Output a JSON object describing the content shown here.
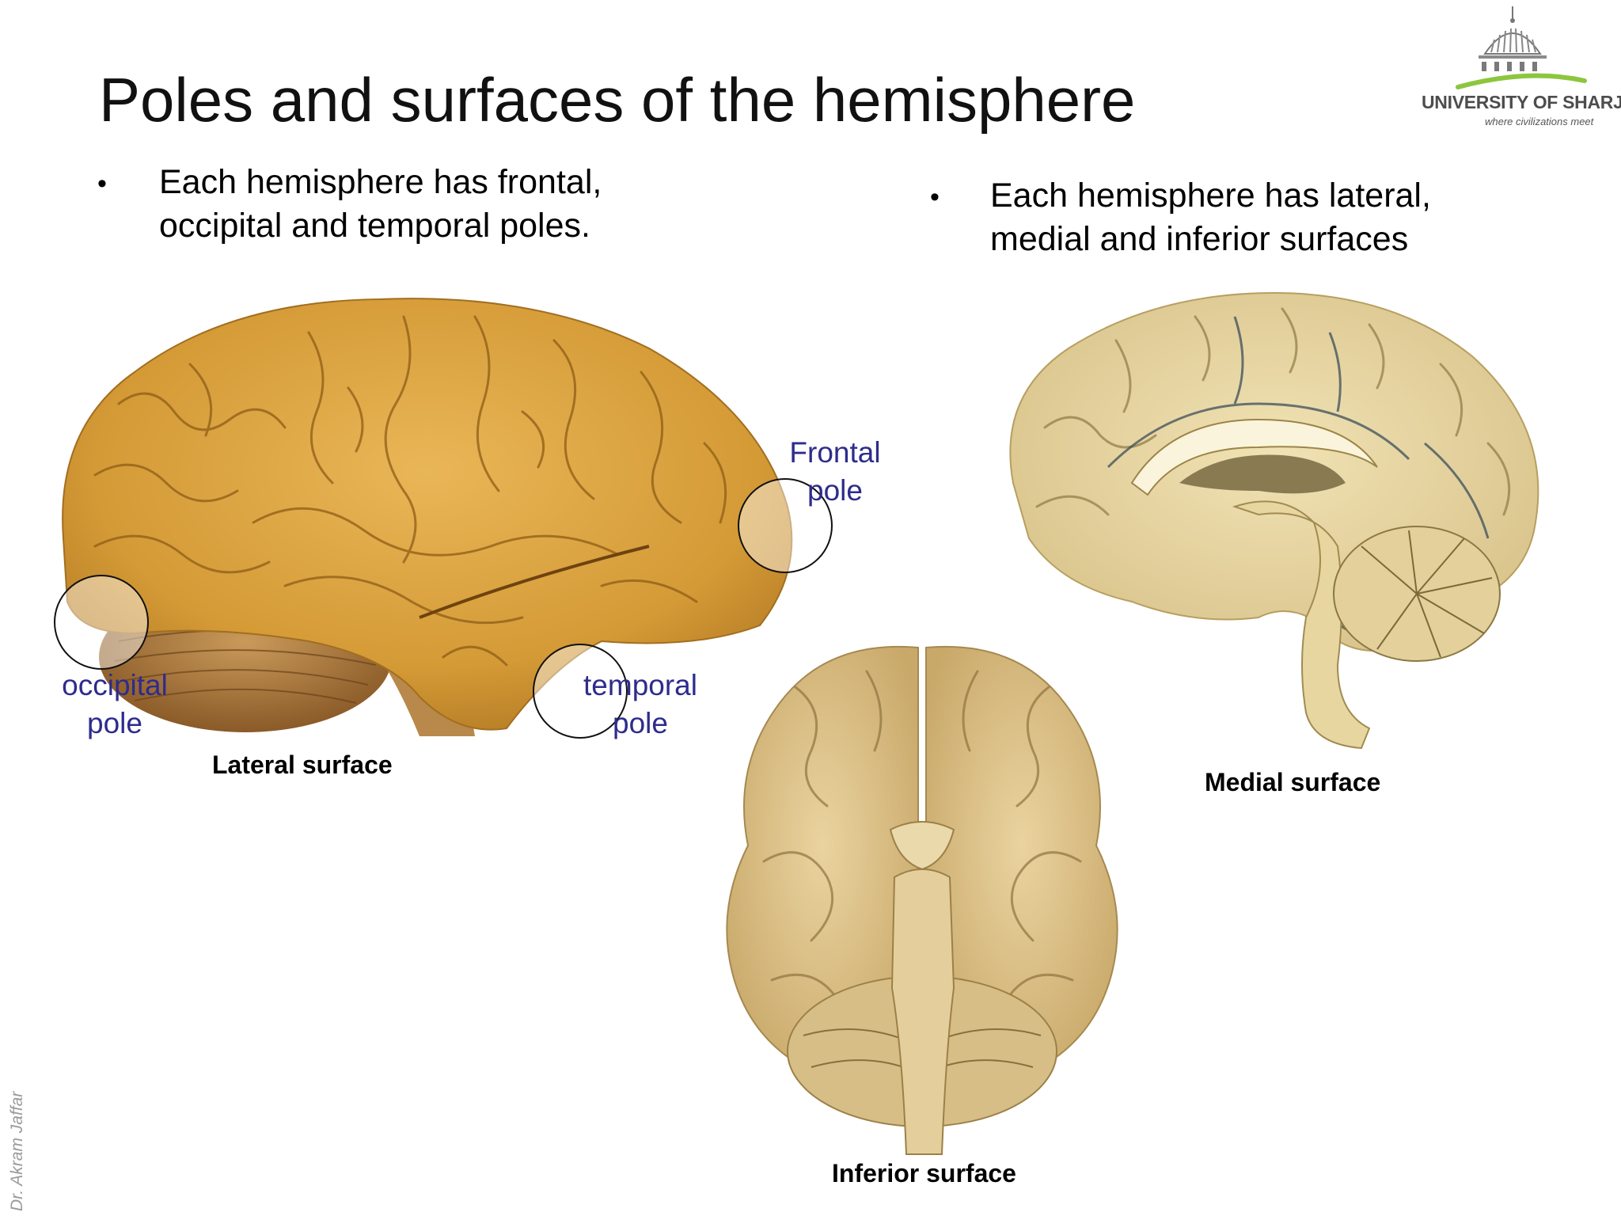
{
  "slide": {
    "title": "Poles and surfaces of the hemisphere",
    "bullets": [
      {
        "line1": "Each hemisphere has frontal,",
        "line2": "occipital and temporal poles."
      },
      {
        "line1": "Each hemisphere has lateral,",
        "line2": "medial and inferior surfaces"
      }
    ],
    "bullet_marker": "•"
  },
  "logo": {
    "name": "UNIVERSITY OF SHARJAH",
    "tagline": "where civilizations meet",
    "accent_color": "#8cc63f"
  },
  "images": {
    "lateral": {
      "caption": "Lateral surface",
      "icon": "brain-lateral-view"
    },
    "medial": {
      "caption": "Medial surface",
      "icon": "brain-sagittal-section"
    },
    "inferior": {
      "caption": "Inferior surface",
      "icon": "brain-inferior-view"
    }
  },
  "poles": {
    "frontal": {
      "line1": "Frontal",
      "line2": "pole"
    },
    "occipital": {
      "line1": "occipital",
      "line2": "pole"
    },
    "temporal": {
      "line1": "temporal",
      "line2": "pole"
    },
    "label_color": "#2e2c8c"
  },
  "credit": "Dr. Akram Jaffar"
}
